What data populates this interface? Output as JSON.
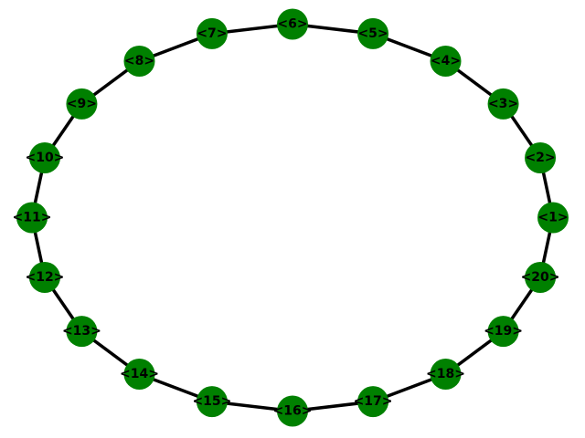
{
  "graph": {
    "layout": "ring",
    "node_color": "#008000",
    "edge_color": "#000000",
    "label_color": "#000000",
    "nodes": [
      {
        "id": "1",
        "label": "<1>"
      },
      {
        "id": "2",
        "label": "<2>"
      },
      {
        "id": "3",
        "label": "<3>"
      },
      {
        "id": "4",
        "label": "<4>"
      },
      {
        "id": "5",
        "label": "<5>"
      },
      {
        "id": "6",
        "label": "<6>"
      },
      {
        "id": "7",
        "label": "<7>"
      },
      {
        "id": "8",
        "label": "<8>"
      },
      {
        "id": "9",
        "label": "<9>"
      },
      {
        "id": "10",
        "label": "<10>"
      },
      {
        "id": "11",
        "label": "<11>"
      },
      {
        "id": "12",
        "label": "<12>"
      },
      {
        "id": "13",
        "label": "<13>"
      },
      {
        "id": "14",
        "label": "<14>"
      },
      {
        "id": "15",
        "label": "<15>"
      },
      {
        "id": "16",
        "label": "<16>"
      },
      {
        "id": "17",
        "label": "<17>"
      },
      {
        "id": "18",
        "label": "<18>"
      },
      {
        "id": "19",
        "label": "<19>"
      },
      {
        "id": "20",
        "label": "<20>"
      }
    ],
    "edges": [
      [
        "1",
        "2"
      ],
      [
        "2",
        "3"
      ],
      [
        "3",
        "4"
      ],
      [
        "4",
        "5"
      ],
      [
        "5",
        "6"
      ],
      [
        "6",
        "7"
      ],
      [
        "7",
        "8"
      ],
      [
        "8",
        "9"
      ],
      [
        "9",
        "10"
      ],
      [
        "10",
        "11"
      ],
      [
        "11",
        "12"
      ],
      [
        "12",
        "13"
      ],
      [
        "13",
        "14"
      ],
      [
        "14",
        "15"
      ],
      [
        "15",
        "16"
      ],
      [
        "16",
        "17"
      ],
      [
        "17",
        "18"
      ],
      [
        "18",
        "19"
      ],
      [
        "19",
        "20"
      ],
      [
        "20",
        "1"
      ]
    ]
  }
}
